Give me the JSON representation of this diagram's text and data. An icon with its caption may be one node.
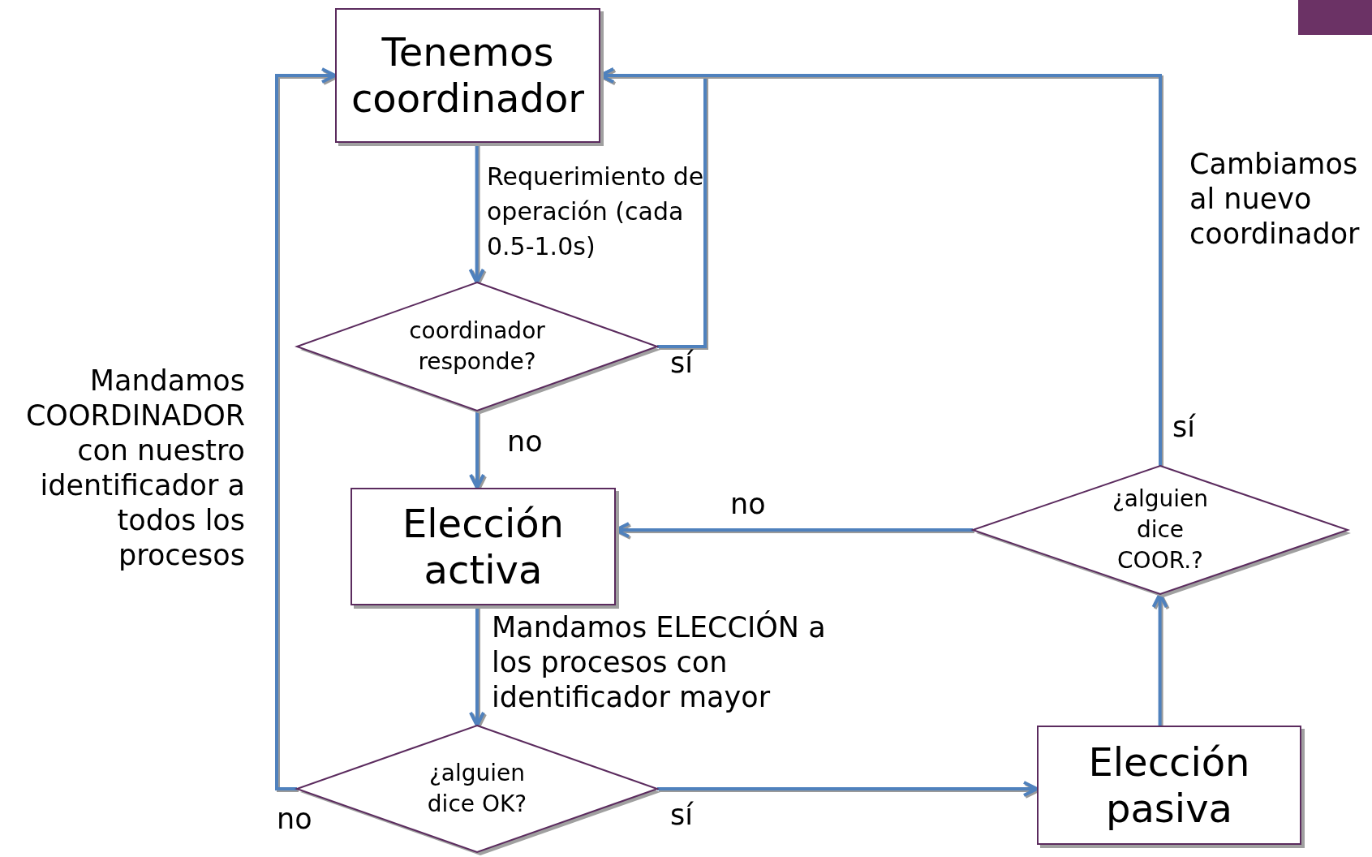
{
  "diagram": {
    "nodes": [
      {
        "text": [
          "Tenemos coordinador"
        ]
      },
      {
        "text": [
          "coordinador responde?"
        ]
      },
      {
        "text": [
          "Elección activa"
        ]
      },
      {
        "text": [
          "¿alguien dice OK?"
        ]
      },
      {
        "text": [
          "Elección pasiva"
        ]
      },
      {
        "text": [
          "¿alguien dice COOR.?"
        ]
      }
    ],
    "edges": [
      {
        "from": 0,
        "to": 1,
        "arrow": "to",
        "label": "Requerimiento de operación (cada 0.5-1.0s)"
      },
      {
        "from": 1,
        "to": 2,
        "arrow": "to",
        "label": "no"
      },
      {
        "from": 1,
        "to": 0,
        "arrow": "to",
        "label": "sí"
      },
      {
        "from": 2,
        "to": 3,
        "arrow": "to",
        "label": "Mandamos ELECCIÓN a los procesos con identificador mayor"
      },
      {
        "from": 3,
        "to": 4,
        "arrow": "to",
        "label": "sí"
      },
      {
        "from": 3,
        "to": 0,
        "arrow": "to",
        "label": "no"
      },
      {
        "from": 4,
        "to": 5,
        "arrow": "to"
      },
      {
        "from": 5,
        "to": 2,
        "arrow": "to",
        "label": "no"
      },
      {
        "from": 5,
        "to": 0,
        "arrow": "to",
        "label": "sí"
      }
    ],
    "labels": [
      "Mandamos COORDINADOR con nuestro identificador a todos los procesos",
      "Cambiamos al nuevo coordinador"
    ]
  }
}
